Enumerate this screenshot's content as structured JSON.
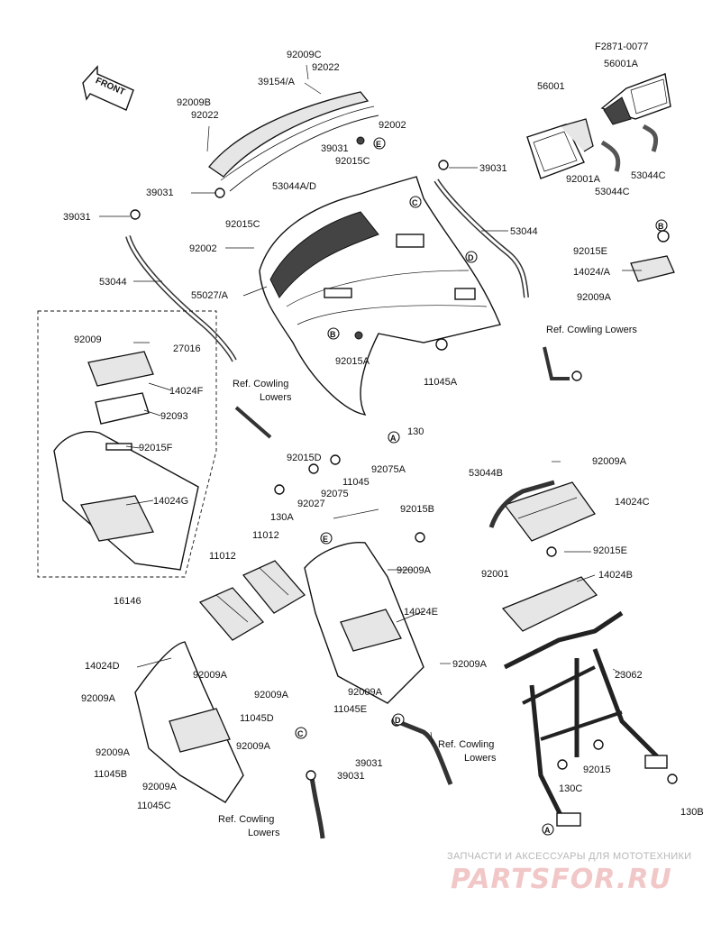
{
  "figure_code": "F2871-0077",
  "front_arrow": "FRONT",
  "labels": [
    {
      "id": "l1",
      "text": "92009C"
    },
    {
      "id": "l2",
      "text": "92022"
    },
    {
      "id": "l3",
      "text": "39154/A"
    },
    {
      "id": "l4",
      "text": "92009B"
    },
    {
      "id": "l5",
      "text": "92022"
    },
    {
      "id": "l6",
      "text": "39031"
    },
    {
      "id": "l7",
      "text": "92015C"
    },
    {
      "id": "l8",
      "text": "92002"
    },
    {
      "id": "l9",
      "text": "53044A/D"
    },
    {
      "id": "l10",
      "text": "39031"
    },
    {
      "id": "l11",
      "text": "92015C"
    },
    {
      "id": "l12",
      "text": "39031"
    },
    {
      "id": "l13",
      "text": "92002"
    },
    {
      "id": "l14",
      "text": "53044"
    },
    {
      "id": "l15",
      "text": "55027/A"
    },
    {
      "id": "l16",
      "text": "39031"
    },
    {
      "id": "l17",
      "text": "53044"
    },
    {
      "id": "l18",
      "text": "56001"
    },
    {
      "id": "l19",
      "text": "56001A"
    },
    {
      "id": "l20",
      "text": "92001A"
    },
    {
      "id": "l21",
      "text": "53044C"
    },
    {
      "id": "l22",
      "text": "53044C"
    },
    {
      "id": "l23",
      "text": "92015E"
    },
    {
      "id": "l24",
      "text": "14024/A"
    },
    {
      "id": "l25",
      "text": "92009A"
    },
    {
      "id": "l26",
      "text": "Ref. Cowling Lowers"
    },
    {
      "id": "l27",
      "text": "92009"
    },
    {
      "id": "l28",
      "text": "27016"
    },
    {
      "id": "l29",
      "text": "14024F"
    },
    {
      "id": "l30",
      "text": "92093"
    },
    {
      "id": "l31",
      "text": "92015F"
    },
    {
      "id": "l32",
      "text": "14024G"
    },
    {
      "id": "l33",
      "text": "16146"
    },
    {
      "id": "l34",
      "text": "92015A"
    },
    {
      "id": "l35",
      "text": "11045A"
    },
    {
      "id": "l36",
      "text": "Ref. Cowling"
    },
    {
      "id": "l37",
      "text": "Lowers"
    },
    {
      "id": "l38",
      "text": "130"
    },
    {
      "id": "l39",
      "text": "92015D"
    },
    {
      "id": "l40",
      "text": "92075A"
    },
    {
      "id": "l41",
      "text": "11045"
    },
    {
      "id": "l42",
      "text": "92075"
    },
    {
      "id": "l43",
      "text": "92027"
    },
    {
      "id": "l44",
      "text": "130A"
    },
    {
      "id": "l45",
      "text": "53044B"
    },
    {
      "id": "l46",
      "text": "92009A"
    },
    {
      "id": "l47",
      "text": "14024C"
    },
    {
      "id": "l48",
      "text": "92015B"
    },
    {
      "id": "l49",
      "text": "11012"
    },
    {
      "id": "l50",
      "text": "11012"
    },
    {
      "id": "l51",
      "text": "92009A"
    },
    {
      "id": "l52",
      "text": "14024E"
    },
    {
      "id": "l53",
      "text": "92015E"
    },
    {
      "id": "l54",
      "text": "92001"
    },
    {
      "id": "l55",
      "text": "14024B"
    },
    {
      "id": "l56",
      "text": "14024D"
    },
    {
      "id": "l57",
      "text": "92009A"
    },
    {
      "id": "l58",
      "text": "92009A"
    },
    {
      "id": "l59",
      "text": "92009A"
    },
    {
      "id": "l60",
      "text": "23062"
    },
    {
      "id": "l61",
      "text": "92009A"
    },
    {
      "id": "l62",
      "text": "11045D"
    },
    {
      "id": "l63",
      "text": "11045E"
    },
    {
      "id": "l64",
      "text": "92009A"
    },
    {
      "id": "l65",
      "text": "92009A"
    },
    {
      "id": "l66",
      "text": "92009A"
    },
    {
      "id": "l67",
      "text": "11045B"
    },
    {
      "id": "l68",
      "text": "92009A"
    },
    {
      "id": "l69",
      "text": "11045C"
    },
    {
      "id": "l70",
      "text": "39031"
    },
    {
      "id": "l71",
      "text": "39031"
    },
    {
      "id": "l72",
      "text": "Ref. Cowling"
    },
    {
      "id": "l73",
      "text": "Lowers"
    },
    {
      "id": "l74",
      "text": "Ref. Cowling"
    },
    {
      "id": "l75",
      "text": "Lowers"
    },
    {
      "id": "l76",
      "text": "92015"
    },
    {
      "id": "l77",
      "text": "130C"
    },
    {
      "id": "l78",
      "text": "130B"
    }
  ],
  "callouts": [
    "A",
    "B",
    "C",
    "D",
    "E"
  ],
  "watermark_text": "ЗАПЧАСТИ И АКСЕССУАРЫ ДЛЯ МОТОТЕХНИКИ",
  "watermark_logo": "PARTSFOR.RU"
}
